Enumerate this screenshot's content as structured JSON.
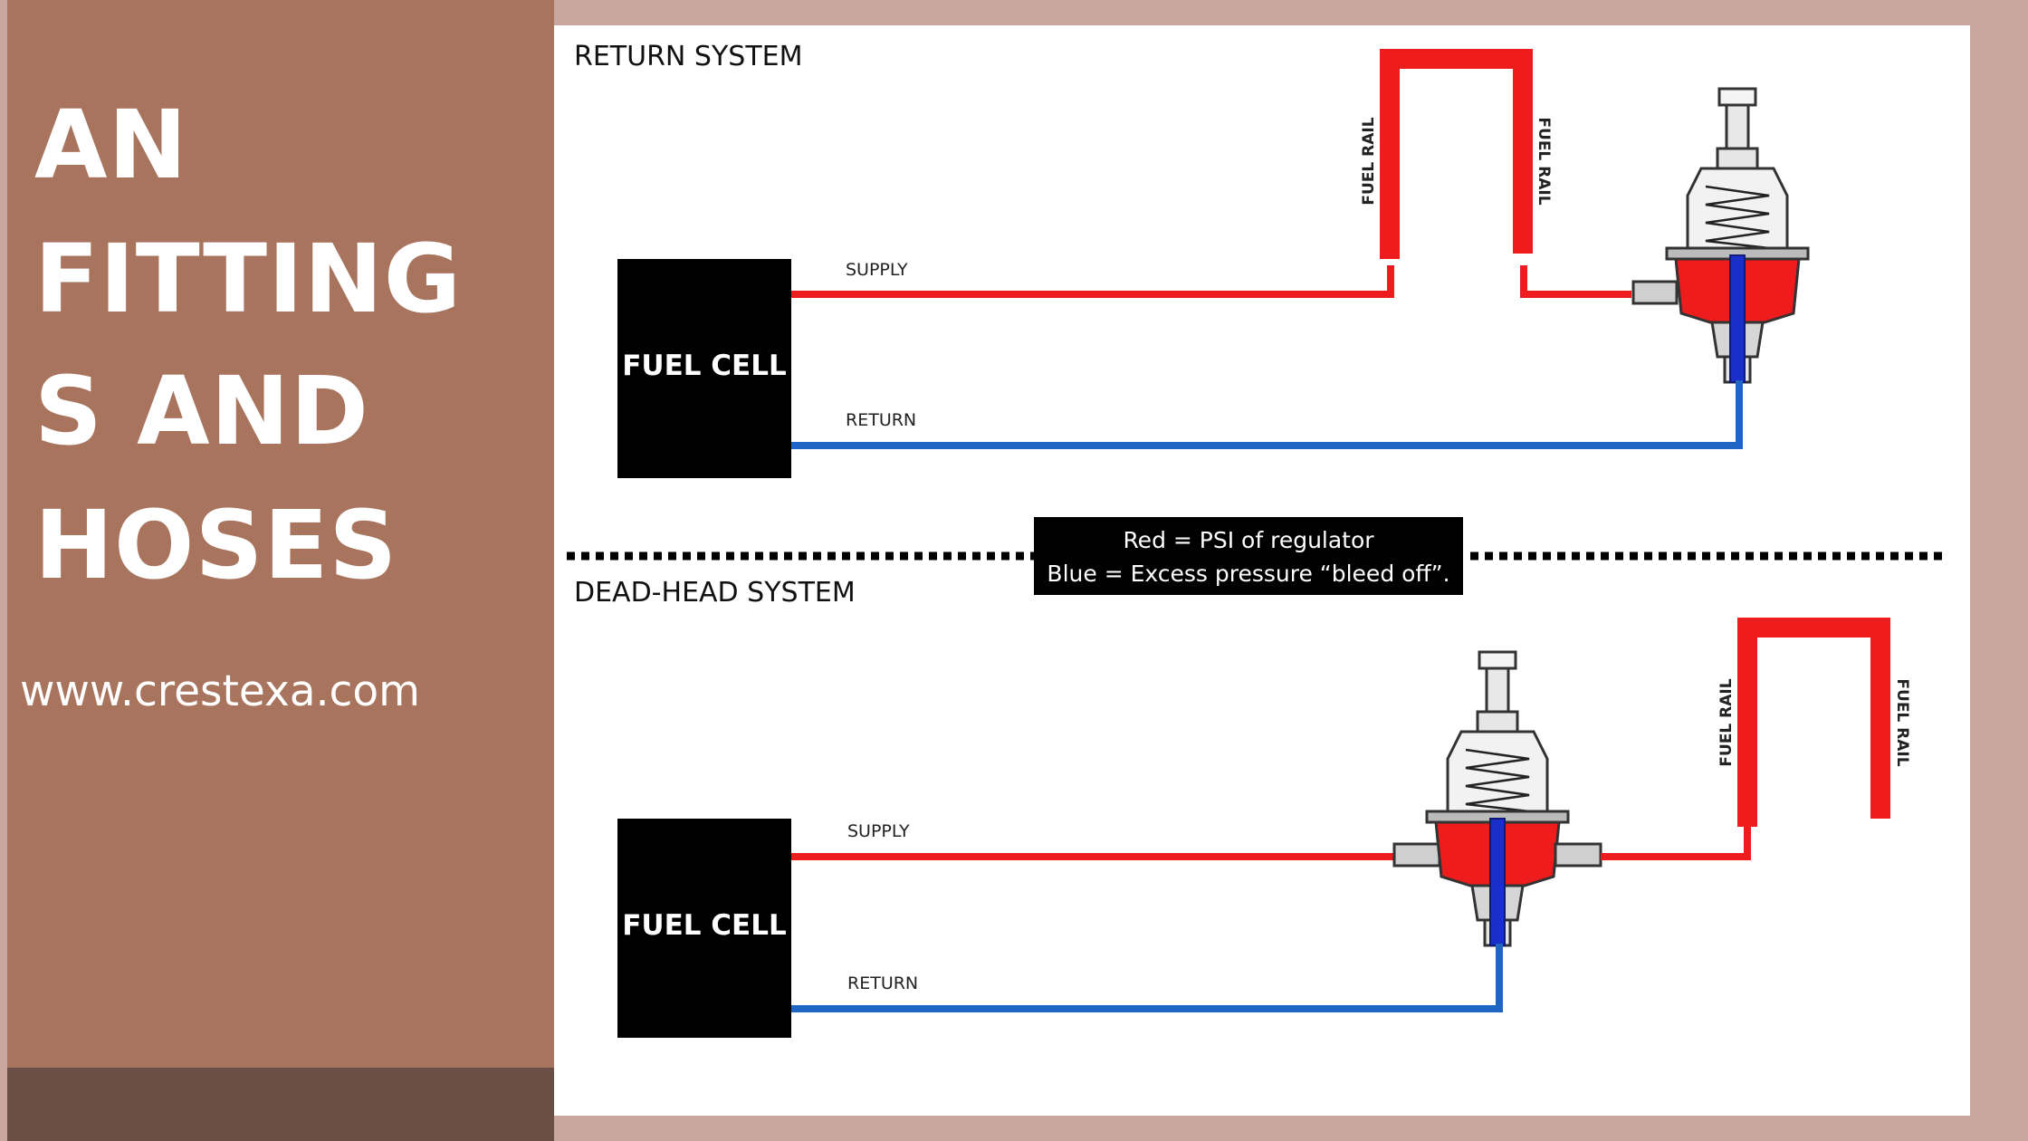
{
  "sidebar": {
    "title_lines": [
      "AN",
      "FITTING",
      "S AND",
      "HOSES"
    ],
    "website": "www.crestexa.com"
  },
  "diagram": {
    "return_system": {
      "heading": "RETURN SYSTEM",
      "fuel_cell_label": "FUEL CELL",
      "supply_label": "SUPPLY",
      "return_label": "RETURN",
      "fuel_rail_label_left": "FUEL RAIL",
      "fuel_rail_label_right": "FUEL RAIL"
    },
    "dead_head_system": {
      "heading": "DEAD-HEAD SYSTEM",
      "fuel_cell_label": "FUEL CELL",
      "supply_label": "SUPPLY",
      "return_label": "RETURN",
      "fuel_rail_label_left": "FUEL RAIL",
      "fuel_rail_label_right": "FUEL RAIL"
    },
    "legend": {
      "line1": "Red = PSI of regulator",
      "line2": "Blue = Excess pressure “bleed off”."
    },
    "colors": {
      "supply_red": "#ee1c1c",
      "return_blue": "#1f66c4",
      "bleed_blue": "#1a2fc9",
      "fuel_cell_black": "#000000"
    }
  }
}
